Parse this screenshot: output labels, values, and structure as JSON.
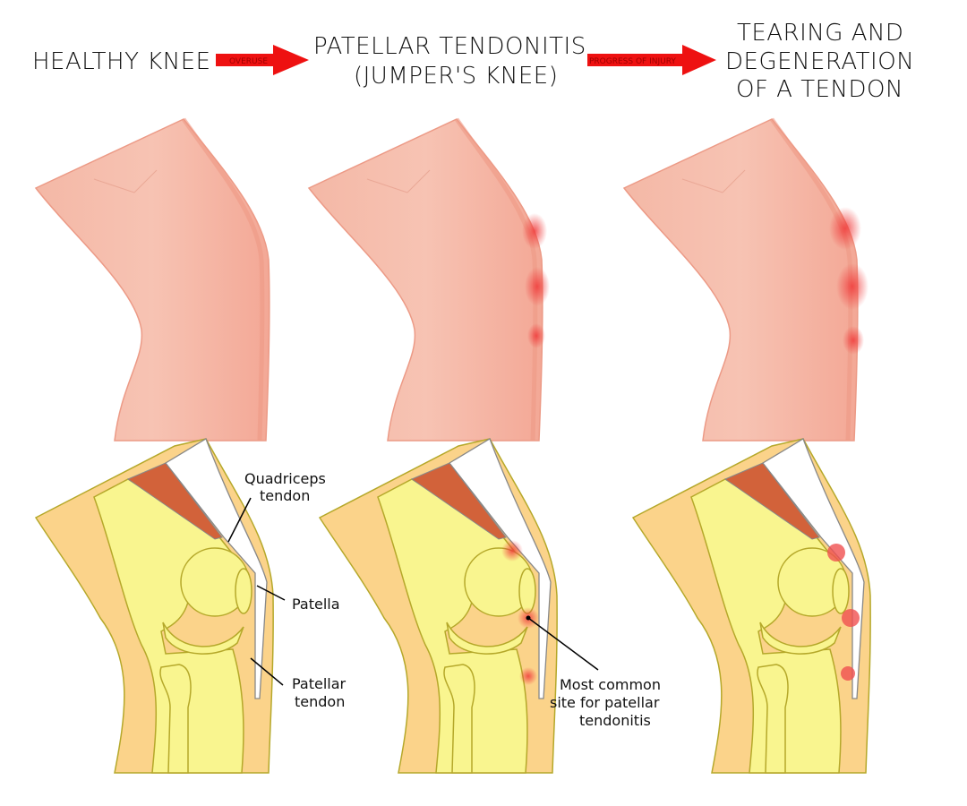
{
  "stages": [
    {
      "title_lines": [
        "HEALTHY KNEE"
      ]
    },
    {
      "title_lines": [
        "PATELLAR TENDONITIS",
        "(JUMPER'S KNEE)"
      ]
    },
    {
      "title_lines": [
        "TEARING AND",
        "DEGENERATION",
        "OF A TENDON"
      ]
    }
  ],
  "arrows": [
    {
      "label": "OVERUSE"
    },
    {
      "label": "PROGRESS OF INJURY"
    }
  ],
  "labels": {
    "quadriceps": [
      "Quadriceps",
      "tendon"
    ],
    "patella": "Patella",
    "patellar_tendon": [
      "Patellar",
      "tendon"
    ],
    "common_site": [
      "Most common",
      "site for patellar",
      "tendonitis"
    ]
  },
  "colors": {
    "skin": "#f6c1b1",
    "arrow": "#ee1111",
    "tissue": "#fbd38a",
    "bone": "#f9f58f",
    "muscle": "#d2623a",
    "inflammation": "#f03a3a"
  }
}
